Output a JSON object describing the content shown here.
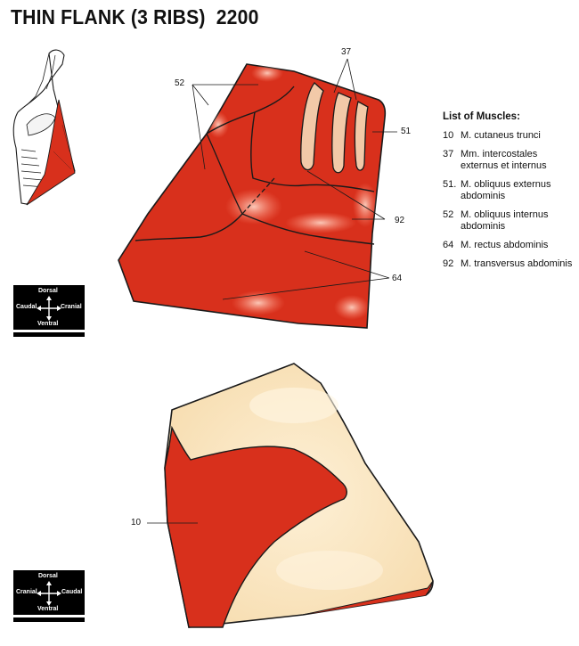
{
  "title": "THIN FLANK (3 RIBS)  2200",
  "legend": {
    "heading": "List of Muscles:",
    "items": [
      {
        "num": "10",
        "name_lines": [
          "M. cutaneus trunci"
        ]
      },
      {
        "num": "37",
        "name_lines": [
          "Mm. intercostales",
          "externus et internus"
        ]
      },
      {
        "num": "51.",
        "name_lines": [
          "M. obliquus externus",
          "abdominis"
        ]
      },
      {
        "num": "52",
        "name_lines": [
          "M. obliquus internus",
          "abdominis"
        ]
      },
      {
        "num": "64",
        "name_lines": [
          "M. rectus abdominis"
        ]
      },
      {
        "num": "92",
        "name_lines": [
          "M. transversus abdominis"
        ]
      }
    ]
  },
  "compass_top": {
    "up": "Dorsal",
    "left": "Caudal",
    "right": "Cranial",
    "down": "Ventral"
  },
  "compass_bottom": {
    "up": "Dorsal",
    "left": "Cranial",
    "right": "Caudal",
    "down": "Ventral"
  },
  "callouts": {
    "top": {
      "c37": "37",
      "c52": "52",
      "c51": "51",
      "c92": "92",
      "c64": "64"
    },
    "bottom": {
      "c10": "10"
    }
  },
  "colors": {
    "muscle": "#d8301c",
    "muscle_light": "#f06850",
    "fat": "#fbe8c4",
    "outline": "#1a1a1a"
  }
}
